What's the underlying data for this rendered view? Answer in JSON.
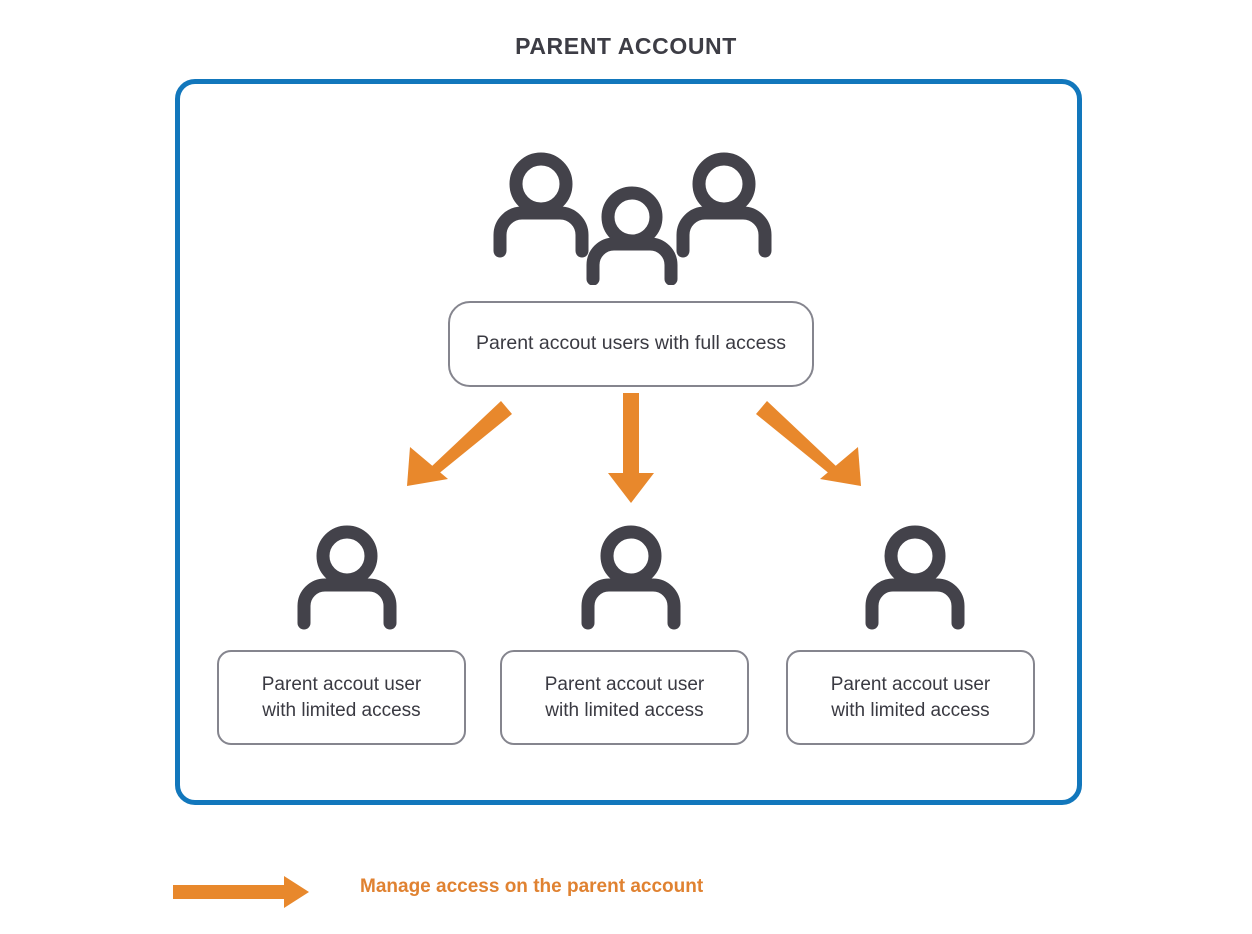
{
  "title": "PARENT ACCOUNT",
  "colors": {
    "container_border": "#1277bc",
    "arrow_orange": "#e8882c",
    "legend_text": "#e08231",
    "icon_gray": "#43424a",
    "pill_border": "#85858e",
    "title_text": "#3d3d45"
  },
  "container": {
    "parent_users": {
      "label": "Parent accout users with full access",
      "icon": "group-of-three-people-icon"
    },
    "children": [
      {
        "icon": "person-icon",
        "line1": "Parent accout user",
        "line2": "with limited access"
      },
      {
        "icon": "person-icon",
        "line1": "Parent accout user",
        "line2": "with limited access"
      },
      {
        "icon": "person-icon",
        "line1": "Parent accout user",
        "line2": "with limited access"
      }
    ],
    "arrows": [
      {
        "name": "arrow-down-left-icon",
        "direction": "down-left"
      },
      {
        "name": "arrow-down-icon",
        "direction": "down"
      },
      {
        "name": "arrow-down-right-icon",
        "direction": "down-right"
      }
    ]
  },
  "legend": {
    "arrow_icon": "arrow-right-icon",
    "label": "Manage access on the parent account"
  }
}
